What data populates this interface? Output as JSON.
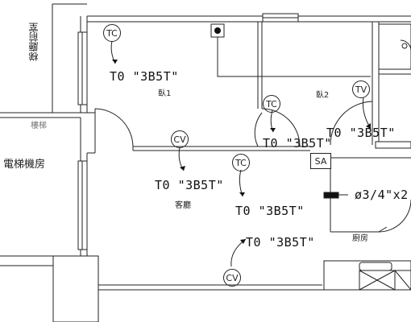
{
  "symbols": {
    "tc_room1": "TC",
    "tc_room2": "TC",
    "tc_living": "TC",
    "tv_right": "TV",
    "cv_upper": "CV",
    "cv_lower": "CV",
    "sa_box": "SA"
  },
  "tags": {
    "room1": "T0 \"3B5T\"",
    "room2": "T0 \"3B5T\"",
    "right_top": "T0 \"3B5T\"",
    "living_left": "T0 \"3B5T\"",
    "living_right": "T0 \"3B5T\"",
    "bottom": "T0 \"3B5T\"",
    "pipe": "ø3/4\"x2"
  },
  "room_labels": {
    "room1": "臥1",
    "room2": "臥2",
    "living": "客廳",
    "kitchen": "廚房",
    "left_vertical": "梯廳前室",
    "left_area": "電梯機房",
    "left_small": "樓梯"
  }
}
